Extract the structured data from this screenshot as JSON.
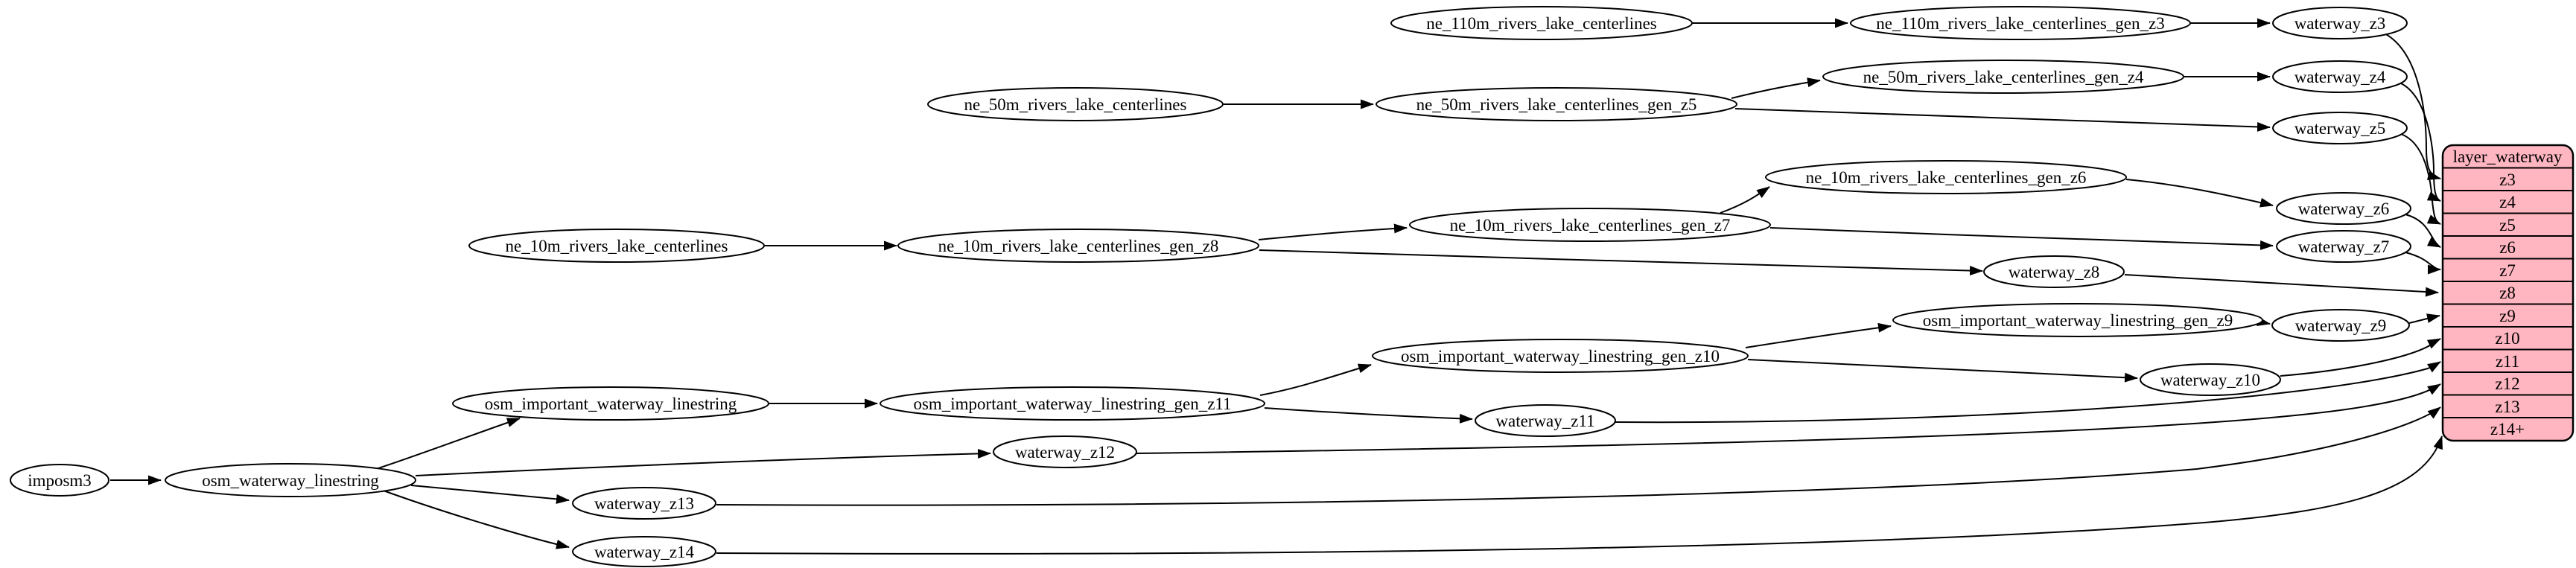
{
  "colors": {
    "record_fill": "#ffb6c1",
    "node_fill": "#ffffff",
    "stroke": "#000000"
  },
  "nodes": {
    "imposm3": {
      "label": "imposm3"
    },
    "osm_waterway_linestring": {
      "label": "osm_waterway_linestring"
    },
    "osm_important_waterway_linestring": {
      "label": "osm_important_waterway_linestring"
    },
    "osm_important_waterway_linestring_gen_z11": {
      "label": "osm_important_waterway_linestring_gen_z11"
    },
    "osm_important_waterway_linestring_gen_z10": {
      "label": "osm_important_waterway_linestring_gen_z10"
    },
    "osm_important_waterway_linestring_gen_z9": {
      "label": "osm_important_waterway_linestring_gen_z9"
    },
    "ne_110m_rivers_lake_centerlines": {
      "label": "ne_110m_rivers_lake_centerlines"
    },
    "ne_110m_rivers_lake_centerlines_gen_z3": {
      "label": "ne_110m_rivers_lake_centerlines_gen_z3"
    },
    "ne_50m_rivers_lake_centerlines": {
      "label": "ne_50m_rivers_lake_centerlines"
    },
    "ne_50m_rivers_lake_centerlines_gen_z5": {
      "label": "ne_50m_rivers_lake_centerlines_gen_z5"
    },
    "ne_50m_rivers_lake_centerlines_gen_z4": {
      "label": "ne_50m_rivers_lake_centerlines_gen_z4"
    },
    "ne_10m_rivers_lake_centerlines": {
      "label": "ne_10m_rivers_lake_centerlines"
    },
    "ne_10m_rivers_lake_centerlines_gen_z8": {
      "label": "ne_10m_rivers_lake_centerlines_gen_z8"
    },
    "ne_10m_rivers_lake_centerlines_gen_z7": {
      "label": "ne_10m_rivers_lake_centerlines_gen_z7"
    },
    "ne_10m_rivers_lake_centerlines_gen_z6": {
      "label": "ne_10m_rivers_lake_centerlines_gen_z6"
    },
    "waterway_z3": {
      "label": "waterway_z3"
    },
    "waterway_z4": {
      "label": "waterway_z4"
    },
    "waterway_z5": {
      "label": "waterway_z5"
    },
    "waterway_z6": {
      "label": "waterway_z6"
    },
    "waterway_z7": {
      "label": "waterway_z7"
    },
    "waterway_z8": {
      "label": "waterway_z8"
    },
    "waterway_z9": {
      "label": "waterway_z9"
    },
    "waterway_z10": {
      "label": "waterway_z10"
    },
    "waterway_z11": {
      "label": "waterway_z11"
    },
    "waterway_z12": {
      "label": "waterway_z12"
    },
    "waterway_z13": {
      "label": "waterway_z13"
    },
    "waterway_z14": {
      "label": "waterway_z14"
    }
  },
  "record": {
    "title": "layer_waterway",
    "rows": [
      "z3",
      "z4",
      "z5",
      "z6",
      "z7",
      "z8",
      "z9",
      "z10",
      "z11",
      "z12",
      "z13",
      "z14+"
    ]
  },
  "edges": [
    {
      "from": "imposm3",
      "to": "osm_waterway_linestring"
    },
    {
      "from": "osm_waterway_linestring",
      "to": "osm_important_waterway_linestring"
    },
    {
      "from": "osm_waterway_linestring",
      "to": "waterway_z12"
    },
    {
      "from": "osm_waterway_linestring",
      "to": "waterway_z13"
    },
    {
      "from": "osm_waterway_linestring",
      "to": "waterway_z14"
    },
    {
      "from": "osm_important_waterway_linestring",
      "to": "osm_important_waterway_linestring_gen_z11"
    },
    {
      "from": "osm_important_waterway_linestring_gen_z11",
      "to": "osm_important_waterway_linestring_gen_z10"
    },
    {
      "from": "osm_important_waterway_linestring_gen_z11",
      "to": "waterway_z11"
    },
    {
      "from": "osm_important_waterway_linestring_gen_z10",
      "to": "osm_important_waterway_linestring_gen_z9"
    },
    {
      "from": "osm_important_waterway_linestring_gen_z10",
      "to": "waterway_z10"
    },
    {
      "from": "osm_important_waterway_linestring_gen_z9",
      "to": "waterway_z9"
    },
    {
      "from": "ne_110m_rivers_lake_centerlines",
      "to": "ne_110m_rivers_lake_centerlines_gen_z3"
    },
    {
      "from": "ne_110m_rivers_lake_centerlines_gen_z3",
      "to": "waterway_z3"
    },
    {
      "from": "ne_50m_rivers_lake_centerlines",
      "to": "ne_50m_rivers_lake_centerlines_gen_z5"
    },
    {
      "from": "ne_50m_rivers_lake_centerlines_gen_z5",
      "to": "ne_50m_rivers_lake_centerlines_gen_z4"
    },
    {
      "from": "ne_50m_rivers_lake_centerlines_gen_z5",
      "to": "waterway_z5"
    },
    {
      "from": "ne_50m_rivers_lake_centerlines_gen_z4",
      "to": "waterway_z4"
    },
    {
      "from": "ne_10m_rivers_lake_centerlines",
      "to": "ne_10m_rivers_lake_centerlines_gen_z8"
    },
    {
      "from": "ne_10m_rivers_lake_centerlines_gen_z8",
      "to": "ne_10m_rivers_lake_centerlines_gen_z7"
    },
    {
      "from": "ne_10m_rivers_lake_centerlines_gen_z8",
      "to": "waterway_z8"
    },
    {
      "from": "ne_10m_rivers_lake_centerlines_gen_z7",
      "to": "ne_10m_rivers_lake_centerlines_gen_z6"
    },
    {
      "from": "ne_10m_rivers_lake_centerlines_gen_z7",
      "to": "waterway_z7"
    },
    {
      "from": "ne_10m_rivers_lake_centerlines_gen_z6",
      "to": "waterway_z6"
    },
    {
      "from": "waterway_z3",
      "to": "layer_waterway:z3"
    },
    {
      "from": "waterway_z4",
      "to": "layer_waterway:z4"
    },
    {
      "from": "waterway_z5",
      "to": "layer_waterway:z5"
    },
    {
      "from": "waterway_z6",
      "to": "layer_waterway:z6"
    },
    {
      "from": "waterway_z7",
      "to": "layer_waterway:z7"
    },
    {
      "from": "waterway_z8",
      "to": "layer_waterway:z8"
    },
    {
      "from": "waterway_z9",
      "to": "layer_waterway:z9"
    },
    {
      "from": "waterway_z10",
      "to": "layer_waterway:z10"
    },
    {
      "from": "waterway_z11",
      "to": "layer_waterway:z11"
    },
    {
      "from": "waterway_z12",
      "to": "layer_waterway:z12"
    },
    {
      "from": "waterway_z13",
      "to": "layer_waterway:z13"
    },
    {
      "from": "waterway_z14",
      "to": "layer_waterway:z14+"
    }
  ]
}
